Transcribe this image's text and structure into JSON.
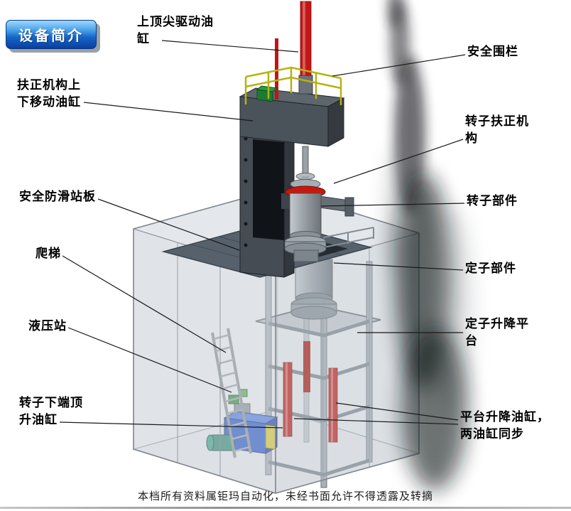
{
  "badge": {
    "label": "设备简介"
  },
  "footer": {
    "text": "本档所有资料属钜玛自动化，未经书面允许不得透露及转摘"
  },
  "labels": [
    {
      "id": "top-center-drive-cylinder",
      "text": "上顶尖驱动油\n缸"
    },
    {
      "id": "safety-fence",
      "text": "安全围栏"
    },
    {
      "id": "centering-mechanism-lift-cylinder",
      "text": "扶正机构上\n下移动油缸"
    },
    {
      "id": "rotor-centering-mechanism",
      "text": "转子扶正机\n构"
    },
    {
      "id": "anti-slip-standing-plate",
      "text": "安全防滑站板"
    },
    {
      "id": "rotor-component",
      "text": "转子部件"
    },
    {
      "id": "ladder",
      "text": "爬梯"
    },
    {
      "id": "stator-component",
      "text": "定子部件"
    },
    {
      "id": "hydraulic-station",
      "text": "液压站"
    },
    {
      "id": "stator-lift-platform",
      "text": "定子升降平\n台"
    },
    {
      "id": "rotor-bottom-jack-cylinder",
      "text": "转子下端顶\n升油缸"
    },
    {
      "id": "platform-lift-cylinders",
      "text": "平台升降油缸，\n两油缸同步"
    }
  ],
  "icons": [
    {
      "name": "machine-illustration",
      "description": "isometric CAD view of rotor-stator assembly machine"
    }
  ],
  "colors": {
    "badge_blue": "#1565c8",
    "cylinder_red": "#c41e14",
    "railing_yellow": "#b5b212",
    "hydraulic_blue": "#2456c8",
    "plate_gray": "#57616c",
    "enclosure_gray": "#ced3d9"
  }
}
